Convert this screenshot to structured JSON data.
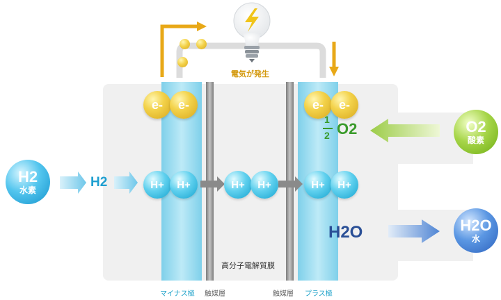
{
  "electricity_label": "電気が発生",
  "electron_label": "e-",
  "proton_label": "H+",
  "h2_input": {
    "formula": "H2",
    "name": "水素"
  },
  "h2_flow_label": "H2",
  "o2_input": {
    "formula": "O2",
    "name": "酸素"
  },
  "half_o2": {
    "numerator": "1",
    "denominator": "2",
    "molecule": "O2"
  },
  "h2o_output": {
    "formula": "H2O",
    "name": "水"
  },
  "h2o_flow_label": "H2O",
  "membrane_label": "高分子電解質膜",
  "anode_label": "マイナス極",
  "cathode_label": "プラス極",
  "catalyst_left_label": "触媒層",
  "catalyst_right_label": "触媒層",
  "colors": {
    "electron": "#e6b822",
    "proton": "#2bb4e0",
    "o2": "#8dc63f",
    "h2o": "#3f7bd0",
    "wire": "#e8a817"
  }
}
